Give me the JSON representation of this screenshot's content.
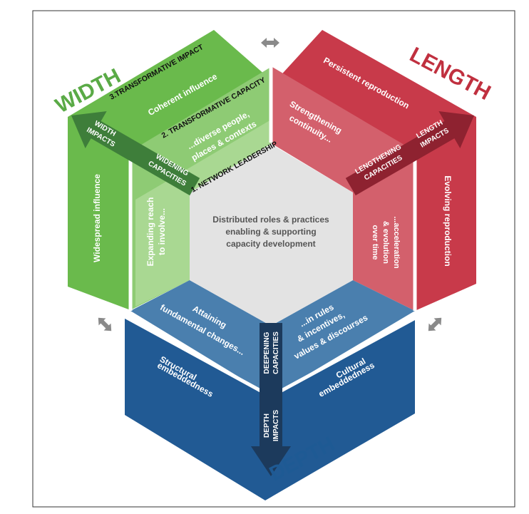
{
  "titles": {
    "width": "WIDTH",
    "length": "LENGTH",
    "depth": "DEPTH"
  },
  "levels": {
    "network_leadership": "1. NETWORK LEADERSHIP",
    "transformative_capacity": "2. TRANSFORMATIVE CAPACITY",
    "transformative_impact": "3.TRANSFORMATIVE IMPACT"
  },
  "center": {
    "line1": "Distributed roles & practices",
    "line2": "enabling & supporting",
    "line3": "capacity development"
  },
  "width_section": {
    "outer_top": "Coherent influence",
    "outer_side": "Widespread influence",
    "inner_top_line1": "...diverse people,",
    "inner_top_line2": "places & contexts",
    "inner_side_line1": "Expanding reach",
    "inner_side_line2": "to involve...",
    "arrow_capacity_line1": "WIDENING",
    "arrow_capacity_line2": "CAPACITIES",
    "arrow_impact_line1": "WIDTH",
    "arrow_impact_line2": "IMPACTS"
  },
  "length_section": {
    "outer_top": "Persistent reproduction",
    "outer_side": "Evolving reproduction",
    "inner_top_line1": "Strengthening",
    "inner_top_line2": "continuity...",
    "inner_side_line1": "...acceleration",
    "inner_side_line2": "& evolution",
    "inner_side_line3": "over time",
    "arrow_capacity_line1": "LENGTHENING",
    "arrow_capacity_line2": "CAPACITIES",
    "arrow_impact_line1": "LENGTH",
    "arrow_impact_line2": "IMPACTS"
  },
  "depth_section": {
    "inner_left_line1": "Attaining",
    "inner_left_line2": "fundamental changes...",
    "inner_right_line1": "...in rules",
    "inner_right_line2": "& incentives,",
    "inner_right_line3": "values & discourses",
    "outer_left_line1": "Structural",
    "outer_left_line2": "embeddedness",
    "outer_right_line1": "Cultural",
    "outer_right_line2": "embeddedness",
    "arrow_capacity_line1": "DEEPENING",
    "arrow_capacity_line2": "CAPACITIES",
    "arrow_impact_line1": "DEPTH",
    "arrow_impact_line2": "IMPACTS"
  },
  "icons": [
    "double-arrow-icon",
    "double-arrow-icon",
    "double-arrow-icon"
  ],
  "colors": {
    "green_outer": "#6aba4c",
    "green_mid": "#8ecb74",
    "green_inner": "#a9d892",
    "green_arrow": "#3e7e3a",
    "red_outer": "#c83a4a",
    "red_mid": "#d3606c",
    "red_inner": "#dc7f88",
    "red_arrow": "#8e2230",
    "blue_outer": "#215a94",
    "blue_inner": "#4a7fae",
    "blue_arrow": "#1c3a5c",
    "center": "#e3e3e3",
    "title_green": "#5aaa46",
    "title_red": "#c0303f",
    "title_blue": "#1e5a94"
  }
}
